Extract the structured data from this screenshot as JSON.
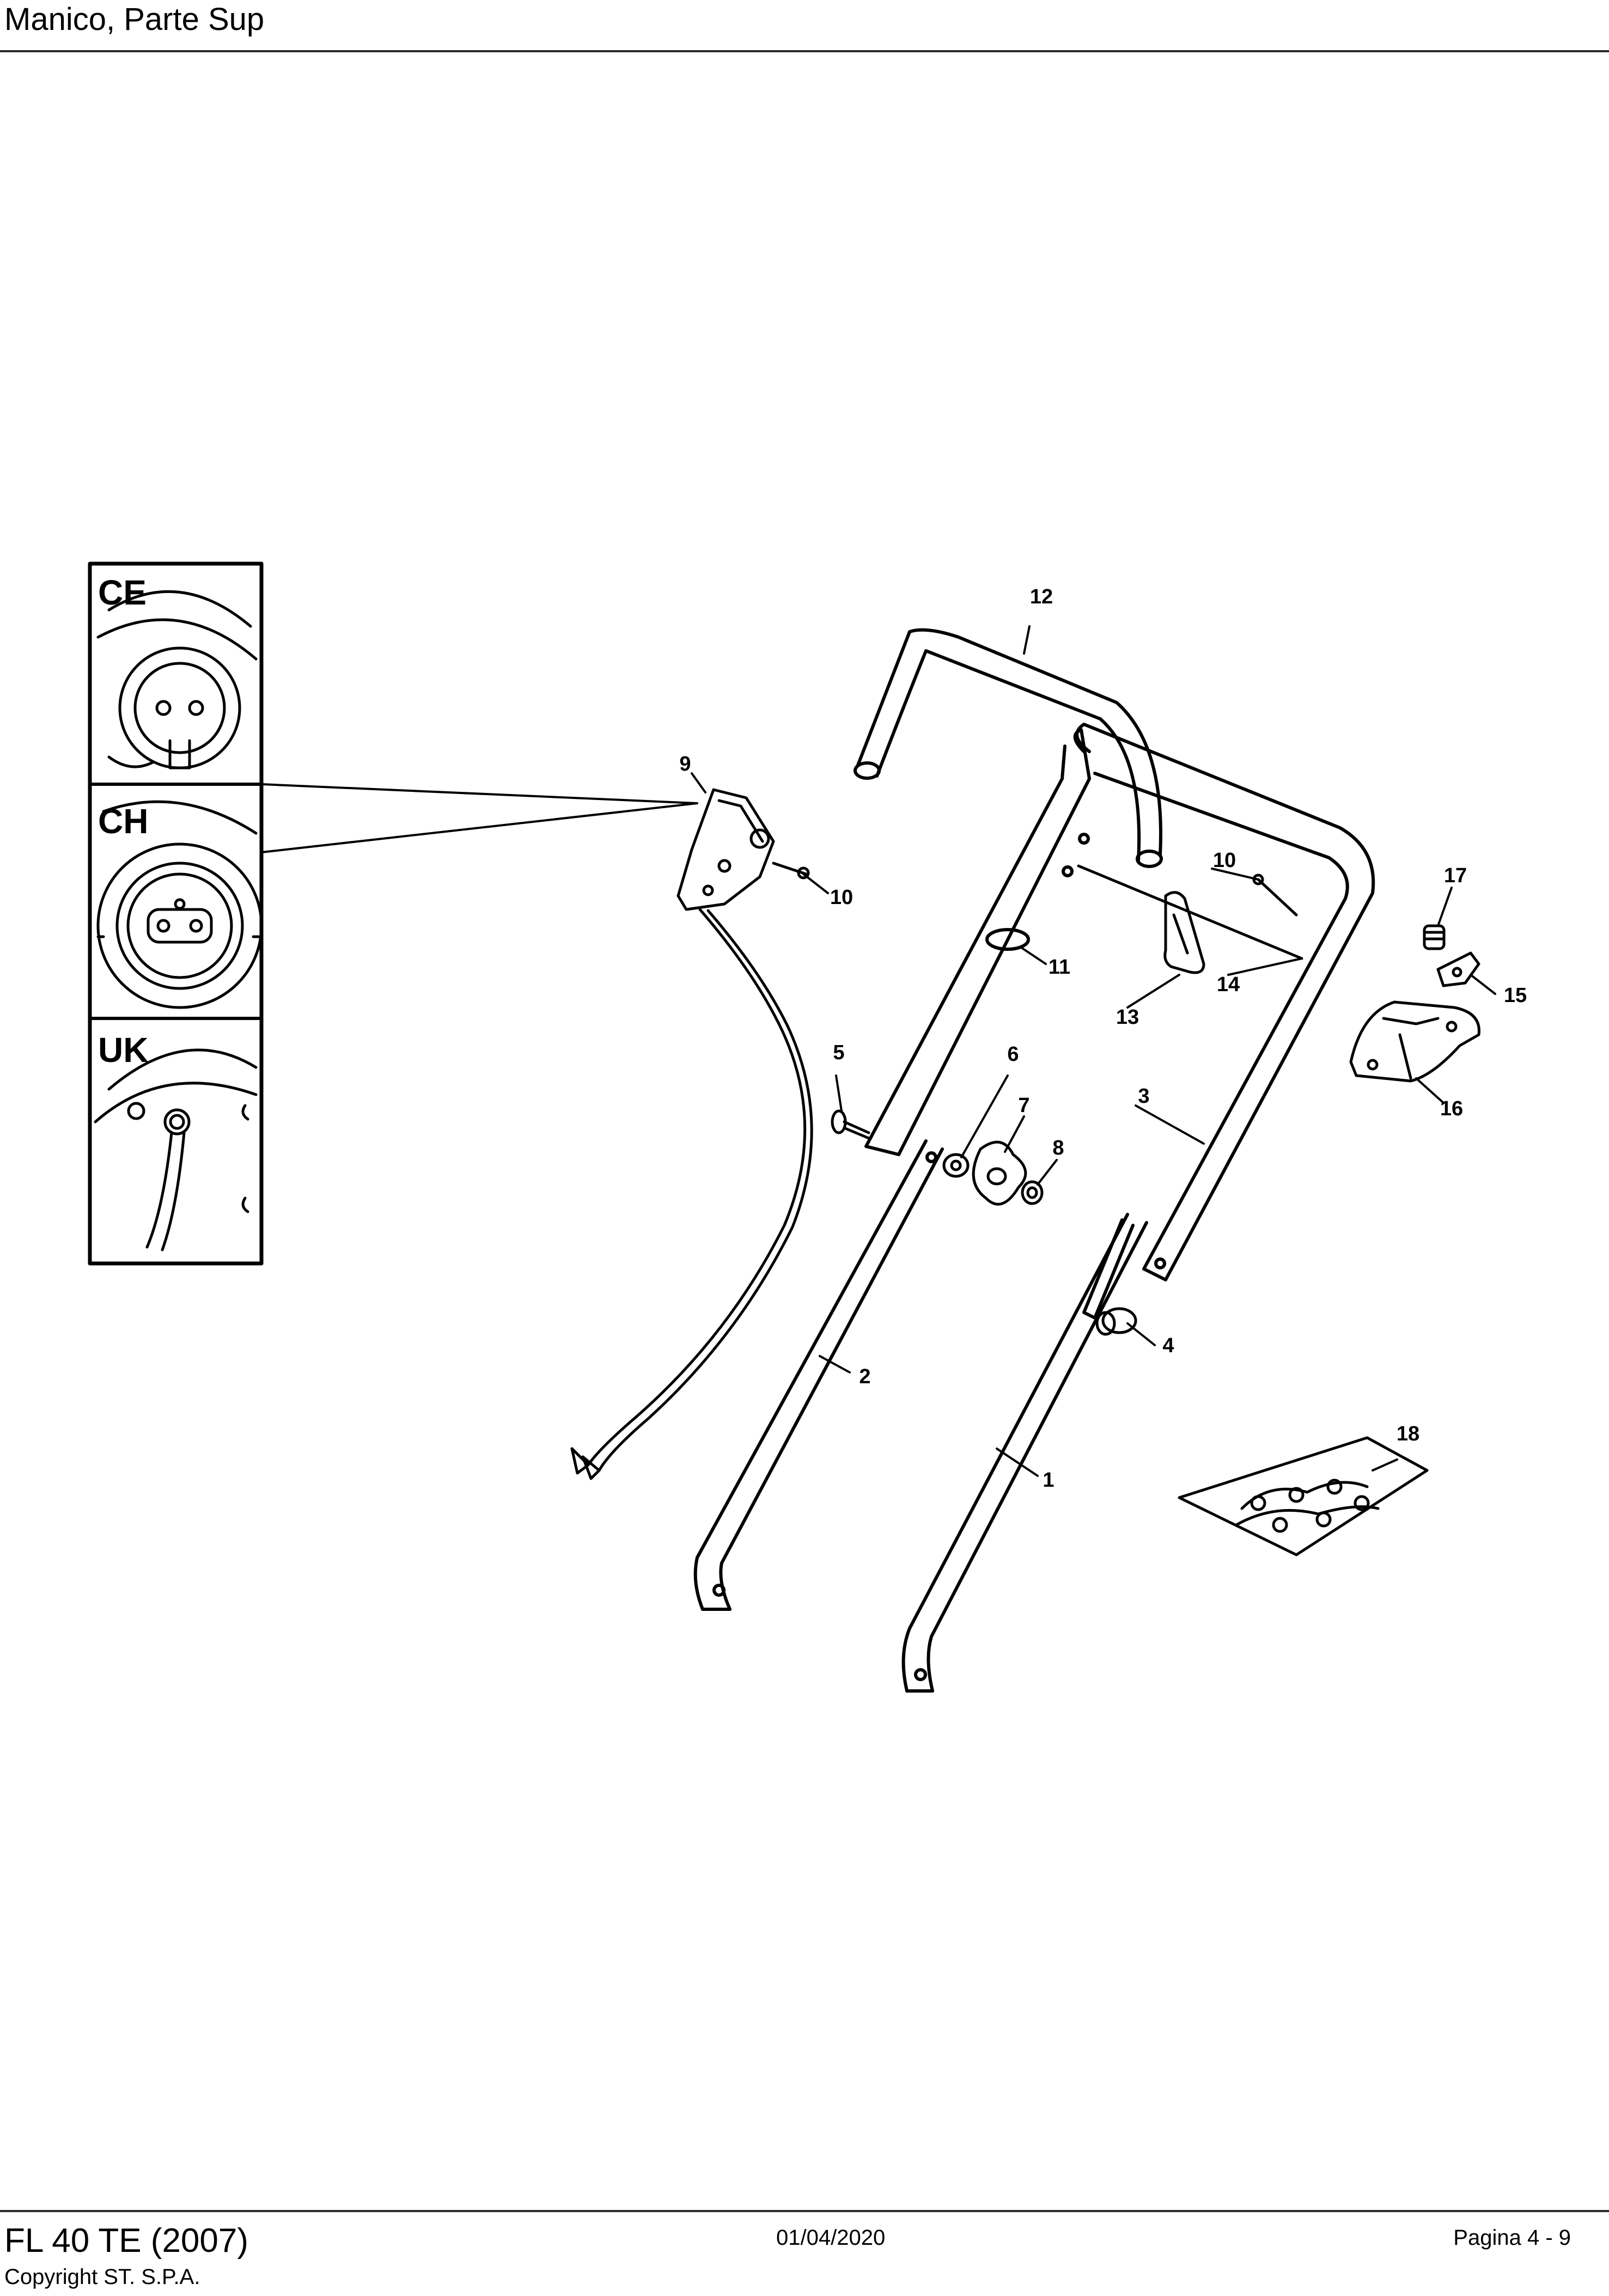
{
  "header": {
    "title": "Manico, Parte Sup"
  },
  "footer": {
    "model": "FL 40 TE (2007)",
    "copyright": "Copyright ST. S.P.A.",
    "date": "01/04/2020",
    "page": "Pagina 4 - 9"
  },
  "inset": {
    "variants": [
      {
        "label": "CE"
      },
      {
        "label": "CH"
      },
      {
        "label": "UK"
      }
    ]
  },
  "parts": [
    {
      "id": "1",
      "label": "1"
    },
    {
      "id": "2",
      "label": "2"
    },
    {
      "id": "3",
      "label": "3"
    },
    {
      "id": "4",
      "label": "4"
    },
    {
      "id": "5",
      "label": "5"
    },
    {
      "id": "6",
      "label": "6"
    },
    {
      "id": "7",
      "label": "7"
    },
    {
      "id": "8",
      "label": "8"
    },
    {
      "id": "9",
      "label": "9"
    },
    {
      "id": "10a",
      "label": "10"
    },
    {
      "id": "10b",
      "label": "10"
    },
    {
      "id": "11",
      "label": "11"
    },
    {
      "id": "12",
      "label": "12"
    },
    {
      "id": "13",
      "label": "13"
    },
    {
      "id": "14",
      "label": "14"
    },
    {
      "id": "15",
      "label": "15"
    },
    {
      "id": "16",
      "label": "16"
    },
    {
      "id": "17",
      "label": "17"
    },
    {
      "id": "18",
      "label": "18"
    }
  ]
}
